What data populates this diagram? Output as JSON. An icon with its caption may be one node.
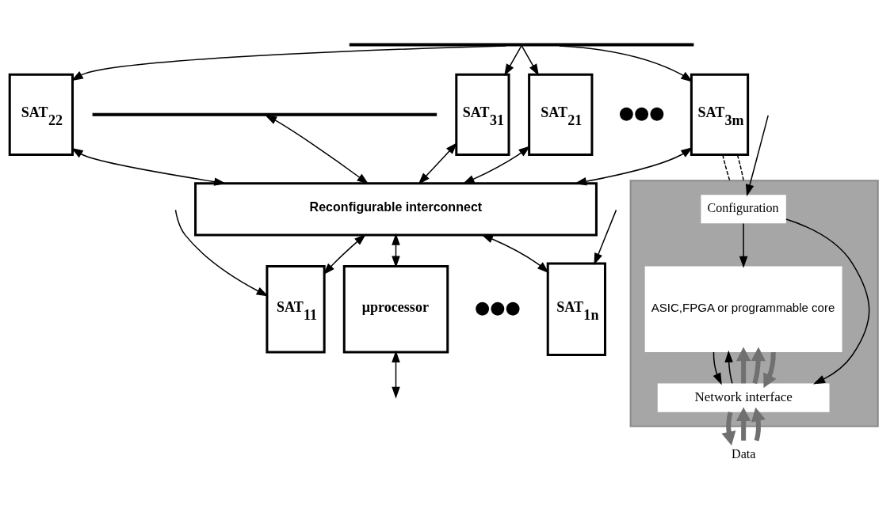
{
  "diagram": {
    "nodes": [
      {
        "text": [],
        "shape": "bar"
      },
      {
        "text": [],
        "shape": "bar"
      },
      {
        "text": [
          "SAT$_{21}$"
        ]
      },
      {
        "text": [
          "SAT$_{22}$"
        ]
      },
      {
        "text": [
          "SAT$_{31}$"
        ]
      },
      {
        "text": [
          "SAT$_{3m}$"
        ]
      },
      {
        "text": [
          "Reconfigurable interconnect"
        ]
      },
      {
        "text": [
          "μprocessor"
        ]
      },
      {
        "text": [
          "SAT$_{11}$"
        ]
      },
      {
        "text": [
          "SAT$_{1n}$"
        ]
      },
      {
        "text": [],
        "shape": "box"
      },
      {
        "text": [
          "Configuration"
        ],
        "in": 10
      },
      {
        "text": [
          "ASIC,FPGA or programmable core"
        ],
        "in": 10
      },
      {
        "text": [
          "Network interface"
        ],
        "in": 10
      },
      {
        "text": [
          "Data"
        ]
      }
    ],
    "edges": [
      {
        "from": 0,
        "to": 2,
        "arrow": "to"
      },
      {
        "from": 0,
        "to": 3,
        "arrow": "to"
      },
      {
        "from": 0,
        "to": 4,
        "arrow": "to"
      },
      {
        "from": 0,
        "to": 5,
        "arrow": "to"
      },
      {
        "from": 1,
        "to": 6,
        "arrow": "both"
      },
      {
        "from": 2,
        "to": 6,
        "arrow": "both"
      },
      {
        "from": 3,
        "to": 6,
        "arrow": "both"
      },
      {
        "from": 4,
        "to": 6,
        "arrow": "both"
      },
      {
        "from": 5,
        "to": 6,
        "arrow": "both"
      },
      {
        "from": 6,
        "to": 7,
        "arrow": "both"
      },
      {
        "from": 6,
        "to": 8,
        "arrow": "both"
      },
      {
        "from": 6,
        "to": 9,
        "arrow": "both"
      },
      {
        "from": 7,
        "to": null,
        "arrow": "both"
      },
      {
        "from": null,
        "to": 8,
        "arrow": "to"
      },
      {
        "from": null,
        "to": 9,
        "arrow": "to"
      },
      {
        "from": 5,
        "to": 10,
        "arrow": "none",
        "style": "dashed"
      },
      {
        "from": 5,
        "to": 10,
        "arrow": "none",
        "style": "dashed"
      },
      {
        "from": null,
        "to": 11,
        "arrow": "to"
      },
      {
        "from": 11,
        "to": 12,
        "arrow": "to"
      },
      {
        "from": 11,
        "to": 13,
        "arrow": "to"
      },
      {
        "from": 12,
        "to": 13,
        "arrow": "to"
      },
      {
        "from": 13,
        "to": 12,
        "arrow": "to"
      },
      {
        "from": 13,
        "to": 12,
        "arrow": "to",
        "style": "thick",
        "color": "#707070"
      },
      {
        "from": 13,
        "to": 12,
        "arrow": "to",
        "style": "thick",
        "color": "#707070"
      },
      {
        "from": 12,
        "to": 13,
        "arrow": "to",
        "style": "thick",
        "color": "#707070"
      },
      {
        "from": 14,
        "to": 13,
        "arrow": "to",
        "style": "thick",
        "color": "#707070"
      },
      {
        "from": 14,
        "to": 13,
        "arrow": "to",
        "style": "thick",
        "color": "#707070"
      },
      {
        "from": 13,
        "to": 14,
        "arrow": "to",
        "style": "thick",
        "color": "#707070"
      }
    ],
    "labels": [
      "●●●",
      "●●●"
    ]
  }
}
